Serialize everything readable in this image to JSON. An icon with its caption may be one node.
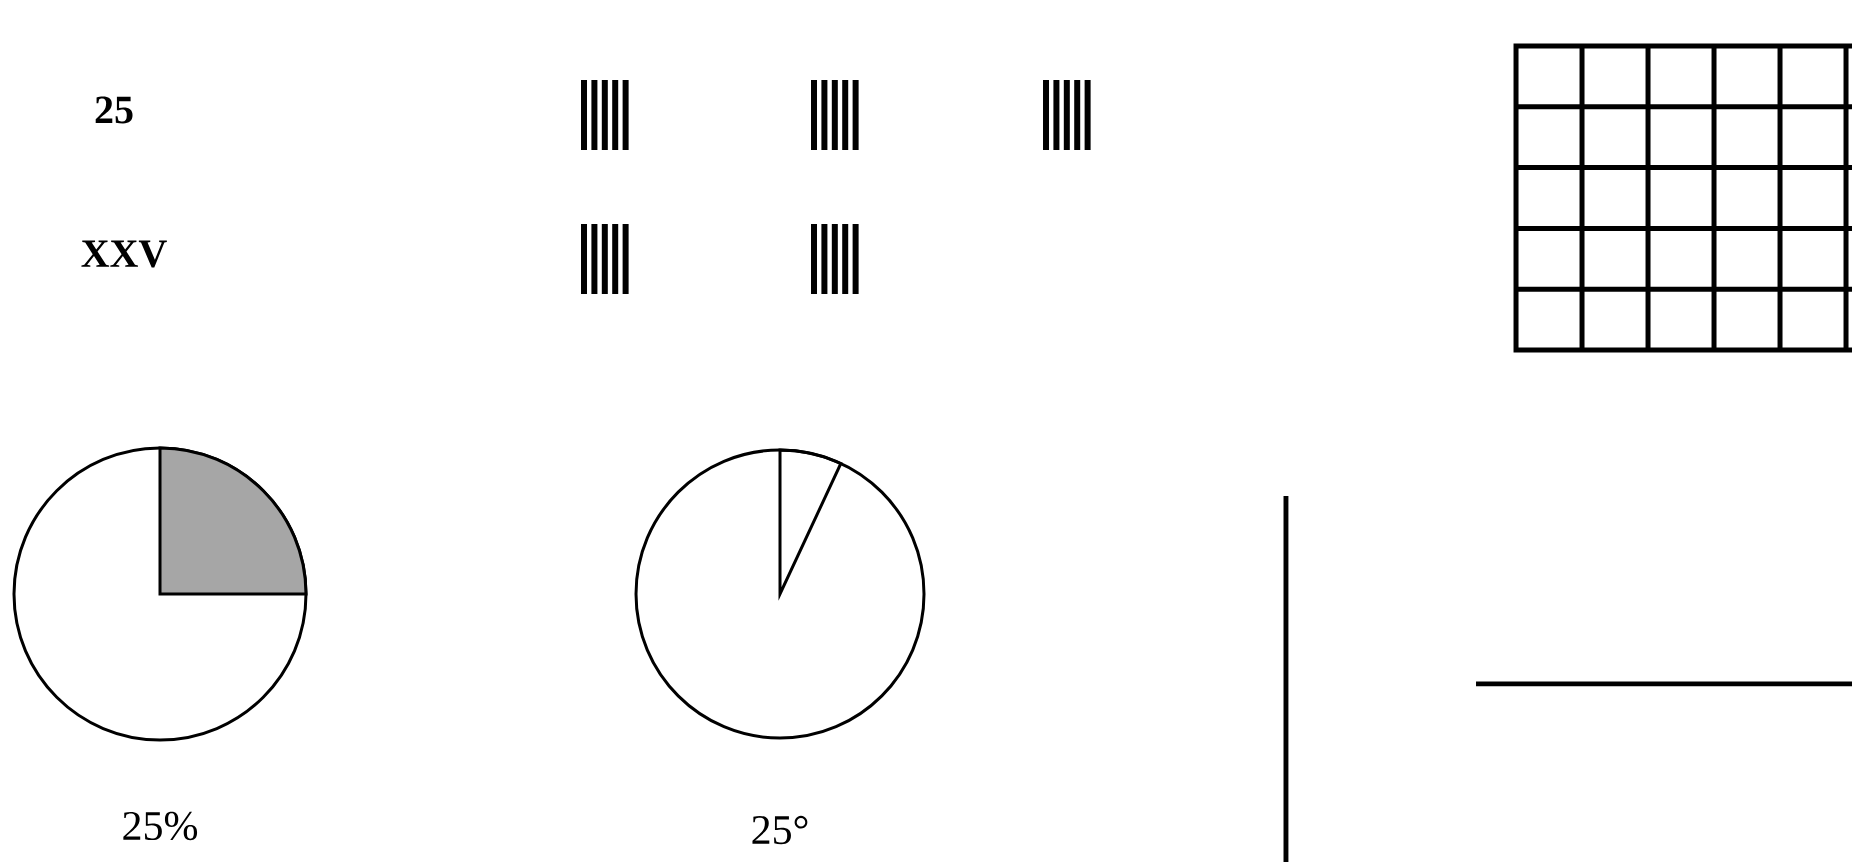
{
  "diagram": {
    "labels": [
      "25",
      "XXV",
      "25%",
      "25°"
    ]
  }
}
